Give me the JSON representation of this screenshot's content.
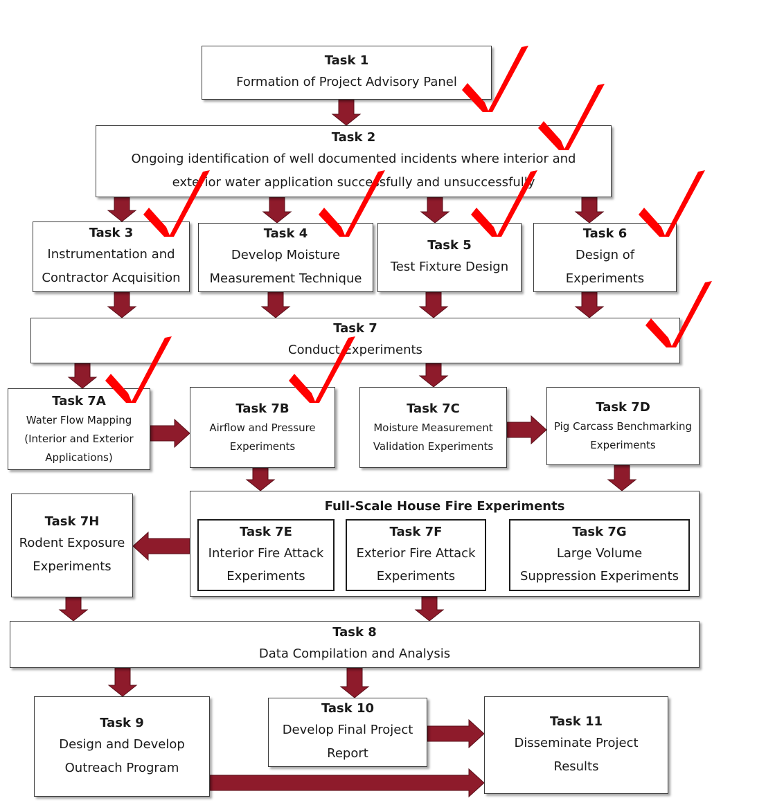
{
  "tasks": {
    "t1": {
      "title": "Task 1",
      "lines": [
        "Formation of Project Advisory Panel"
      ]
    },
    "t2": {
      "title": "Task 2",
      "lines": [
        "Ongoing identification of well documented incidents where interior and",
        "exterior water application successfully and unsuccessfully"
      ]
    },
    "t3": {
      "title": "Task 3",
      "lines": [
        "Instrumentation and",
        "Contractor Acquisition"
      ]
    },
    "t4": {
      "title": "Task 4",
      "lines": [
        "Develop Moisture",
        "Measurement Technique"
      ]
    },
    "t5": {
      "title": "Task 5",
      "lines": [
        "Test Fixture Design"
      ]
    },
    "t6": {
      "title": "Task 6",
      "lines": [
        "Design of",
        "Experiments"
      ]
    },
    "t7": {
      "title": "Task 7",
      "lines": [
        "Conduct Experiments"
      ]
    },
    "t7a": {
      "title": "Task 7A",
      "lines": [
        "Water Flow Mapping",
        "(Interior and Exterior",
        "Applications)"
      ]
    },
    "t7b": {
      "title": "Task 7B",
      "lines": [
        "Airflow and Pressure",
        "Experiments"
      ]
    },
    "t7c": {
      "title": "Task 7C",
      "lines": [
        "Moisture Measurement",
        "Validation Experiments"
      ]
    },
    "t7d": {
      "title": "Task 7D",
      "lines": [
        "Pig Carcass Benchmarking",
        "Experiments"
      ]
    },
    "full_scale": {
      "title": "Full-Scale House Fire Experiments"
    },
    "t7e": {
      "title": "Task 7E",
      "lines": [
        "Interior Fire Attack",
        "Experiments"
      ]
    },
    "t7f": {
      "title": "Task 7F",
      "lines": [
        "Exterior Fire Attack",
        "Experiments"
      ]
    },
    "t7g": {
      "title": "Task 7G",
      "lines": [
        "Large Volume",
        "Suppression Experiments"
      ]
    },
    "t7h": {
      "title": "Task 7H",
      "lines": [
        "Rodent Exposure",
        "Experiments"
      ]
    },
    "t8": {
      "title": "Task 8",
      "lines": [
        "Data Compilation and Analysis"
      ]
    },
    "t9": {
      "title": "Task 9",
      "lines": [
        "Design and Develop",
        "Outreach Program"
      ]
    },
    "t10": {
      "title": "Task 10",
      "lines": [
        "Develop Final Project",
        "Report"
      ]
    },
    "t11": {
      "title": "Task 11",
      "lines": [
        "Disseminate Project",
        "Results"
      ]
    }
  },
  "completed": [
    "t1",
    "t2",
    "t3",
    "t4",
    "t5",
    "t6",
    "t7",
    "t7a",
    "t7b"
  ],
  "colors": {
    "arrow": "#8e1b2b",
    "check": "#ff0000"
  }
}
